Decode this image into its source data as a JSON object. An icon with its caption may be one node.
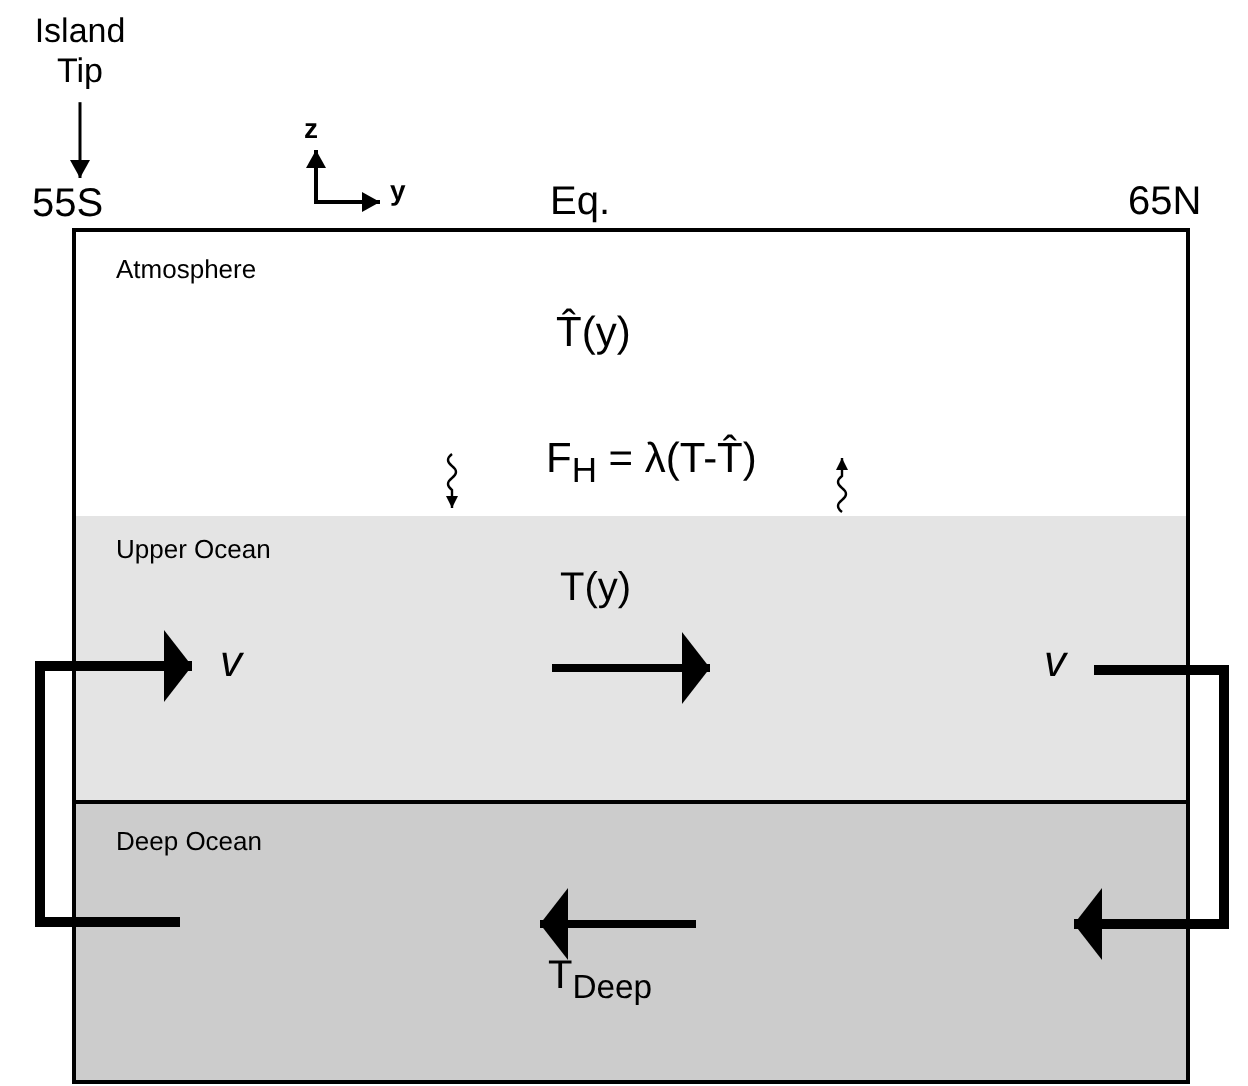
{
  "diagram": {
    "nodes": [
      {
        "text": [
          "Island Tip"
        ]
      },
      {
        "text": [
          "55S"
        ]
      },
      {
        "text": [
          "Atmosphere",
          "T̂(y)",
          "F$_{H}$ = λ(T-T̂)"
        ]
      },
      {
        "text": [
          "Upper Ocean",
          "T(y)"
        ]
      },
      {
        "text": [
          "Deep Ocean",
          "T$_{Deep}$"
        ]
      }
    ],
    "edges": [
      {
        "from": 0,
        "to": 1,
        "arrow": "to"
      },
      {
        "from": 4,
        "to": 3,
        "arrow": "to",
        "style": "thick"
      },
      {
        "from": 3,
        "to": 4,
        "arrow": "to",
        "style": "thick"
      },
      {
        "from": 2,
        "to": 3,
        "arrow": "to"
      },
      {
        "from": 3,
        "to": 2,
        "arrow": "to"
      }
    ],
    "labels": [
      "z",
      "y",
      "Eq.",
      "65N",
      "v",
      "v"
    ]
  }
}
